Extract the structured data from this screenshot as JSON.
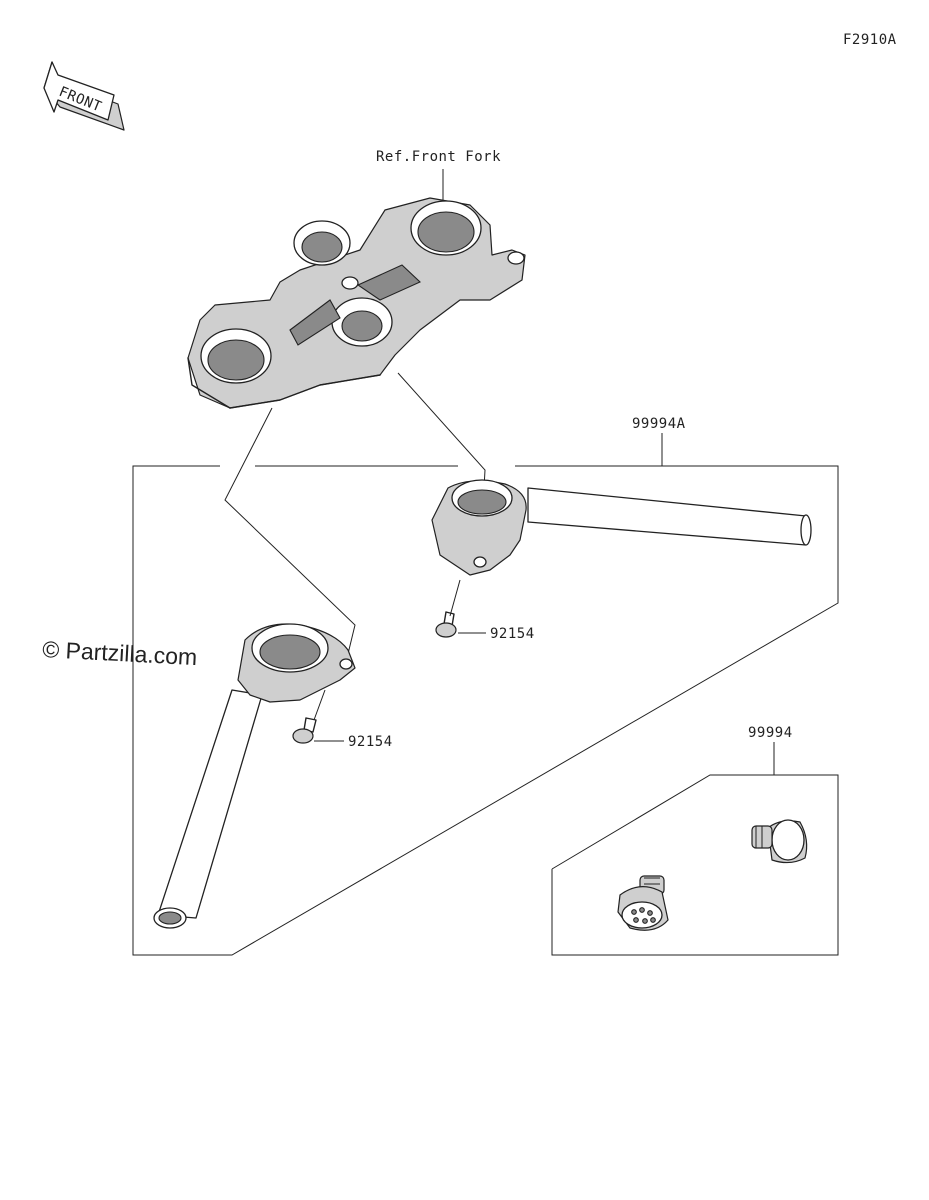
{
  "figure_code": "F2910A",
  "front_arrow": {
    "label": "FRONT"
  },
  "reference_label": "Ref.Front Fork",
  "watermark": "© Partzilla.com",
  "callouts": {
    "handlebar_set": "99994A",
    "bolt_right": "92154",
    "bolt_left": "92154",
    "bar_end_set": "99994"
  },
  "colors": {
    "line": "#222222",
    "shade": "#cfcfcf",
    "background": "#ffffff"
  }
}
